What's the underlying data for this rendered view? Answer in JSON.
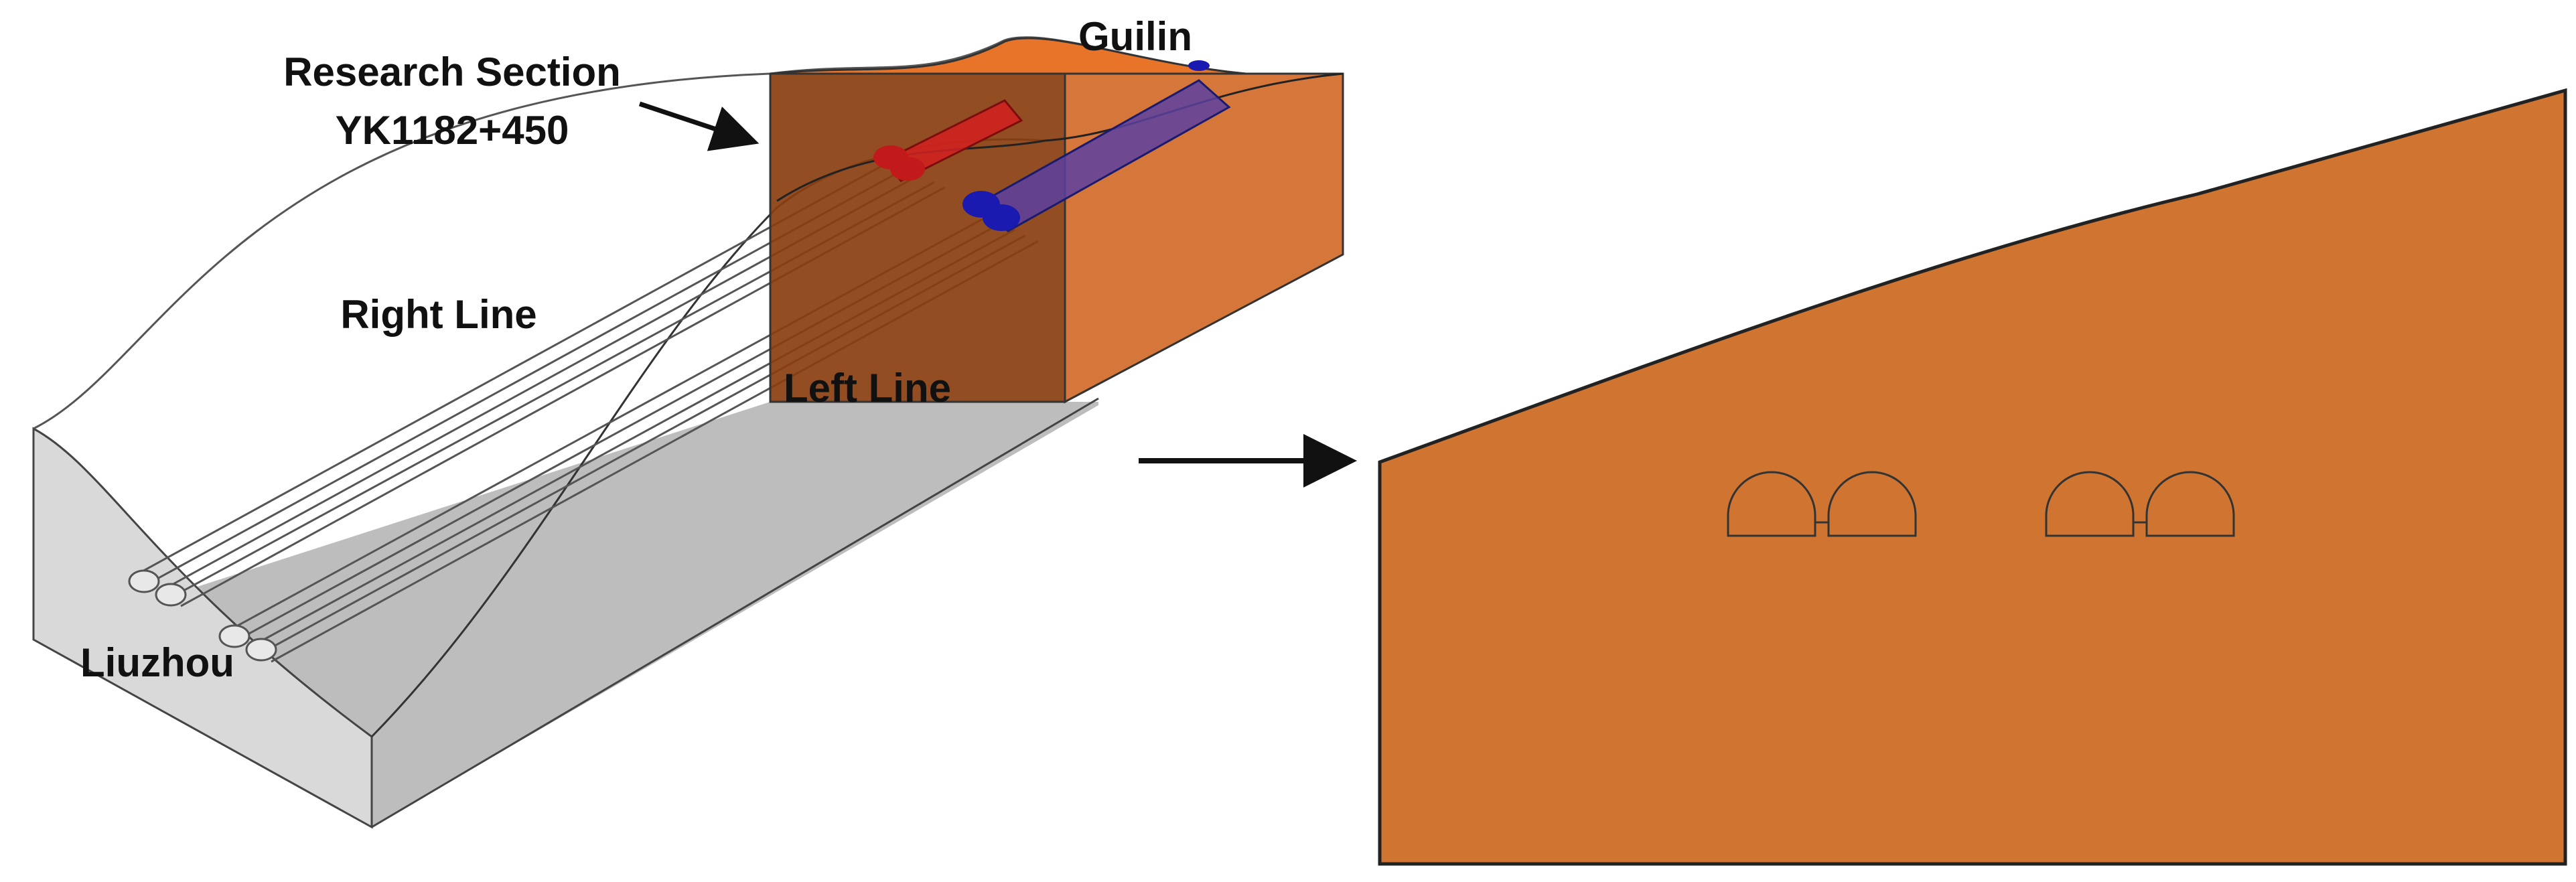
{
  "labels": {
    "research_section_line1": "Research Section",
    "research_section_line2": "YK1182+450",
    "guilin": "Guilin",
    "right_line": "Right Line",
    "left_line": "Left Line",
    "liuzhou": "Liuzhou"
  },
  "colors": {
    "soil_section": "#d07531",
    "soil_block_front": "#8a3e10",
    "soil_block_side": "#d5773a",
    "soil_block_top": "#e8742a",
    "ground_shadow": "#bdbdbd",
    "right_line_tunnel": "#d42020",
    "left_line_tunnel": "#1a1ab0",
    "outline": "#222222"
  },
  "icons": {
    "zoom_arrow": "right-arrow-icon",
    "pointer_arrow": "pointer-arrow-icon"
  }
}
